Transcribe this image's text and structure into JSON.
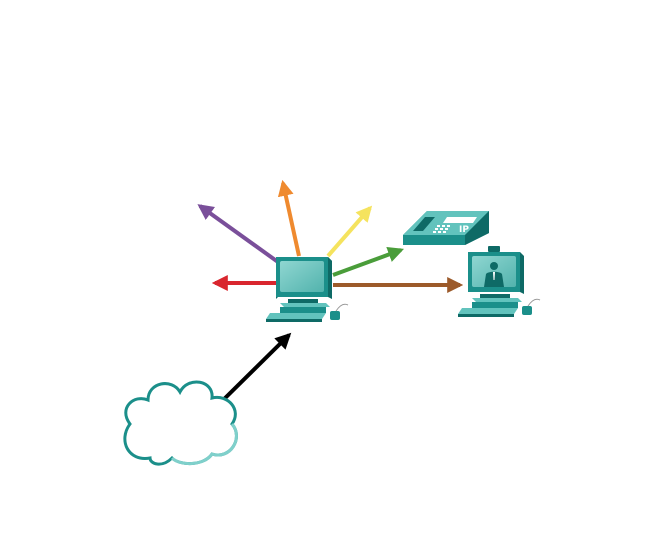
{
  "nodes": {
    "cloud": {
      "kind": "internet-cloud"
    },
    "hub_computer": {
      "kind": "desktop-computer"
    },
    "ip_phone": {
      "kind": "ip-phone",
      "label": "IP"
    },
    "video_computer": {
      "kind": "desktop-computer-video-call"
    }
  },
  "colors": {
    "device_teal": "#1b8f8a",
    "device_dark": "#0e6a66",
    "device_light": "#62c3bd",
    "screen": "#6cc6c0",
    "cloud_stroke": "#1b8f8a",
    "cloud_stroke_light": "#7fd0cb",
    "arrows": {
      "purple": "#7a4f9a",
      "orange": "#ef8a2f",
      "yellow": "#f5e35e",
      "green": "#4a9d3a",
      "red": "#d9262e",
      "brown": "#9c5a2a",
      "black": "#000000"
    }
  },
  "edges": [
    {
      "from": "cloud",
      "to": "hub_computer",
      "color": "black"
    },
    {
      "from": "hub_computer",
      "to": "outgoing-upper-left",
      "color": "purple"
    },
    {
      "from": "hub_computer",
      "to": "outgoing-up",
      "color": "orange"
    },
    {
      "from": "hub_computer",
      "to": "outgoing-upper-right",
      "color": "yellow"
    },
    {
      "from": "hub_computer",
      "to": "ip_phone",
      "color": "green"
    },
    {
      "from": "hub_computer",
      "to": "outgoing-left",
      "color": "red"
    },
    {
      "from": "hub_computer",
      "to": "video_computer",
      "color": "brown"
    }
  ]
}
